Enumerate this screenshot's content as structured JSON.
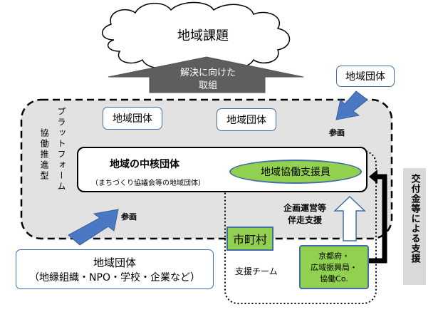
{
  "cloud": {
    "label": "地域課題"
  },
  "big_arrow": {
    "label_line1": "解決に向けた",
    "label_line2": "取組"
  },
  "top_right_org": {
    "label": "地域団体"
  },
  "platform": {
    "title_col1": "プラットフォーム",
    "title_col2": "協働推進型",
    "org_left": "地域団体",
    "org_center": "地域団体",
    "participation_top": "参画",
    "participation_bottom": "参画"
  },
  "core_group": {
    "title": "地域の中核団体",
    "subtitle": "（まちづくり協議会等の地域団体）"
  },
  "support": {
    "coordinator": "地域協働支援員",
    "planning_line1": "企画運営等",
    "planning_line2": "伴走支援",
    "city": "市町村",
    "team": "支援チーム",
    "prefecture_line1": "京都府・",
    "prefecture_line2": "広域振興局・",
    "prefecture_line3": "協働Co."
  },
  "grant": {
    "label": "交付金等による支援"
  },
  "bottom_org": {
    "line1": "地域団体",
    "line2": "（地縁組織・NPO・学校・企業など）"
  },
  "colors": {
    "blue_arrow": "#4a78c2",
    "gray_arrow": "#5e5e5e",
    "platform_fill": "#e2e2e2",
    "green_fill": "#92d050",
    "box_border": "#3f6ea8"
  }
}
